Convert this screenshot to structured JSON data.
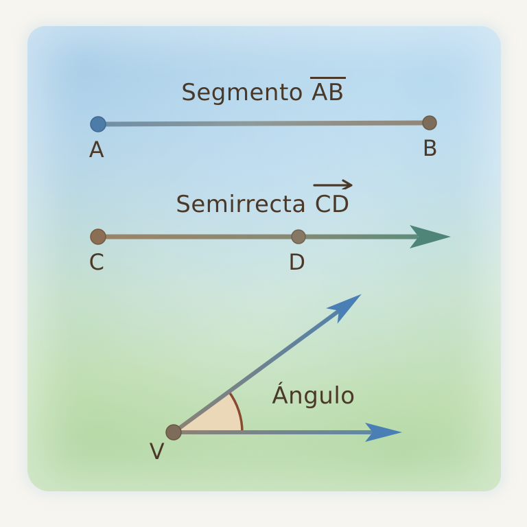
{
  "segment": {
    "label_prefix": "Segmento",
    "label_notation": "AB",
    "point_a": "A",
    "point_b": "B"
  },
  "ray": {
    "label_prefix": "Semirrecta",
    "label_notation": "CD",
    "point_c": "C",
    "point_d": "D"
  },
  "angle": {
    "label": "Ángulo",
    "vertex_label": "V"
  },
  "colors": {
    "text_brown": "#4a3828",
    "dot_blue": "#4e7ca8",
    "dot_brown": "#7d6c59",
    "segment_line_left": "#6f8ea6",
    "segment_line_right": "#928677",
    "ray_line_left": "#9a8468",
    "ray_line_right": "#5e8c7c",
    "ray_arrow_teal": "#4e8578",
    "angle_arrow_blue": "#4a7fb5",
    "arc_fill": "#eed7b8",
    "arc_stroke": "#8a4a2f",
    "wash_blue": "#cfe5f3",
    "wash_green": "#cde4c2",
    "paper": "#f7f5ef"
  }
}
